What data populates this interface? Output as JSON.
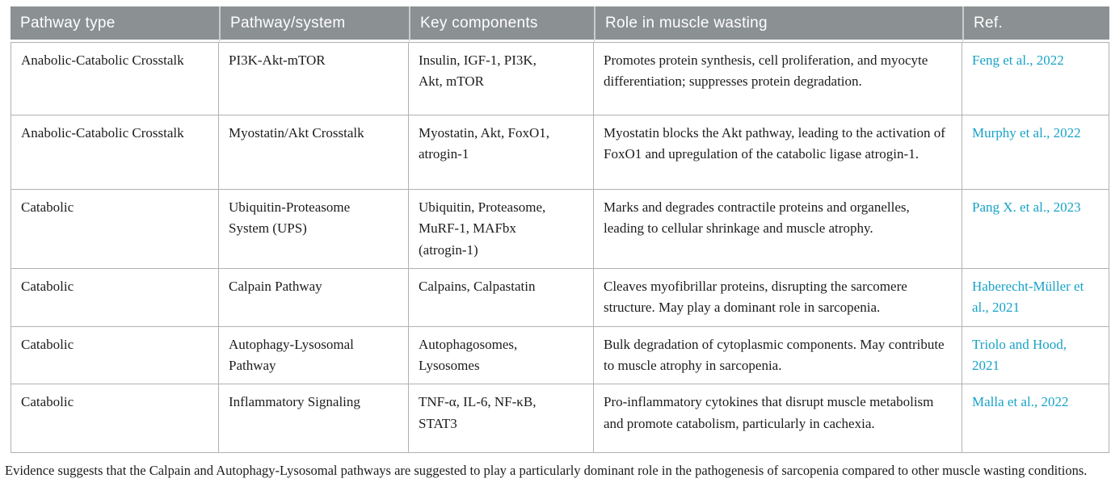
{
  "colors": {
    "header_bg": "#8b9092",
    "header_text": "#ffffff",
    "link": "#17a2c6",
    "body_text": "#1c1c1c",
    "border": "#b1b1b1"
  },
  "table": {
    "columns": [
      "Pathway type",
      "Pathway/system",
      "Key components",
      "Role in muscle wasting",
      "Ref."
    ]
  },
  "rows": [
    {
      "pathway_type": "Anabolic-Catabolic Crosstalk",
      "pathway_system": "PI3K-Akt-mTOR",
      "key_components": "Insulin, IGF-1, PI3K, Akt, mTOR",
      "role": "Promotes protein synthesis, cell proliferation, and myocyte differentiation; suppresses protein degradation.",
      "ref": "Feng et al., 2022"
    },
    {
      "pathway_type": "Anabolic-Catabolic Crosstalk",
      "pathway_system": "Myostatin/Akt Crosstalk",
      "key_components": "Myostatin, Akt, FoxO1, atrogin-1",
      "role": "Myostatin blocks the Akt pathway, leading to the activation of FoxO1 and upregulation of the catabolic ligase atrogin-1.",
      "ref": "Murphy et al., 2022"
    },
    {
      "pathway_type": "Catabolic",
      "pathway_system": "Ubiquitin-Proteasome System (UPS)",
      "key_components": "Ubiquitin, Proteasome, MuRF-1, MAFbx (atrogin-1)",
      "role": "Marks and degrades contractile proteins and organelles, leading to cellular shrinkage and muscle atrophy.",
      "ref": "Pang X. et al., 2023"
    },
    {
      "pathway_type": "Catabolic",
      "pathway_system": "Calpain Pathway",
      "key_components": "Calpains, Calpastatin",
      "role": "Cleaves myofibrillar proteins, disrupting the sarcomere structure. May play a dominant role in sarcopenia.",
      "ref": "Haberecht-Müller et al., 2021"
    },
    {
      "pathway_type": "Catabolic",
      "pathway_system": "Autophagy-Lysosomal Pathway",
      "key_components": "Autophagosomes, Lysosomes",
      "role": "Bulk degradation of cytoplasmic components. May contribute to muscle atrophy in sarcopenia.",
      "ref": "Triolo and Hood, 2021"
    },
    {
      "pathway_type": "Catabolic",
      "pathway_system": "Inflammatory Signaling",
      "key_components": "TNF-α, IL-6, NF-κB, STAT3",
      "role": "Pro-inflammatory cytokines that disrupt muscle metabolism and promote catabolism, particularly in cachexia.",
      "ref": "Malla et al., 2022"
    }
  ],
  "footnote": "Evidence suggests that the Calpain and Autophagy-Lysosomal pathways are suggested to play a particularly dominant role in the pathogenesis of sarcopenia compared to other muscle wasting conditions."
}
